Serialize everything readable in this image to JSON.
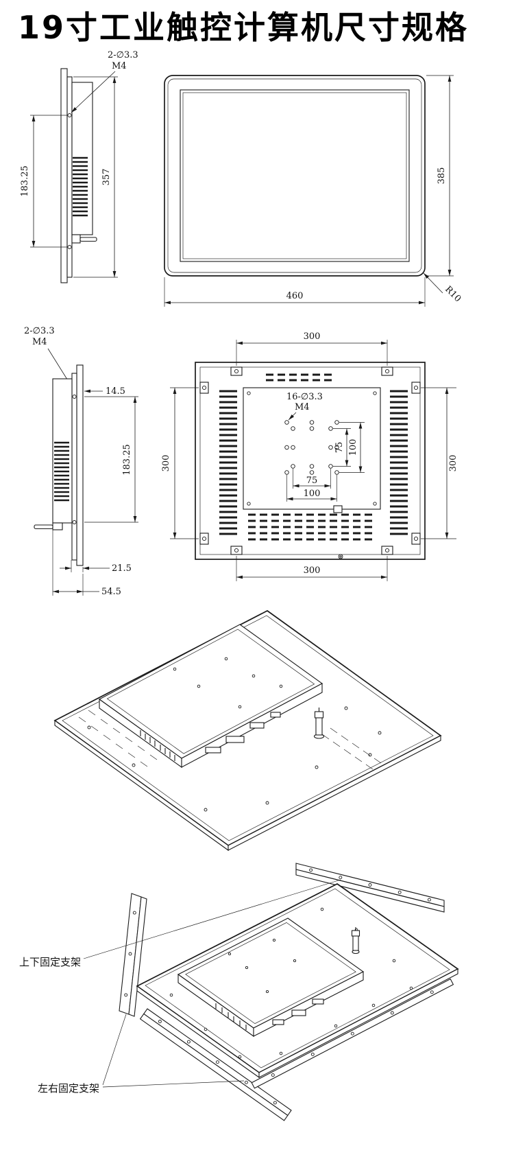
{
  "title": "19寸工业触控计算机尺寸规格",
  "section1": {
    "callout_holes": "2-∅3.3",
    "callout_thread": "M4",
    "dim_bracket_height": "183.25",
    "dim_side_height": "357",
    "dim_front_height": "385",
    "dim_front_width": "460",
    "dim_corner_radius": "R10"
  },
  "section2": {
    "callout_holes": "2-∅3.3",
    "callout_thread": "M4",
    "dim_front_depth": "14.5",
    "dim_bracket_height": "183.25",
    "dim_body_depth": "21.5",
    "dim_total_depth": "54.5",
    "dim_span_top": "300",
    "dim_span_left": "300",
    "dim_span_right": "300",
    "dim_span_bottom": "300",
    "vesa_callout_holes": "16-∅3.3",
    "vesa_callout_thread": "M4",
    "dim_vesa75_v": "75",
    "dim_vesa100_v": "100",
    "dim_vesa75_h": "75",
    "dim_vesa100_h": "100"
  },
  "section4": {
    "label_top_bottom_bracket": "上下固定支架",
    "label_left_right_bracket": "左右固定支架"
  }
}
